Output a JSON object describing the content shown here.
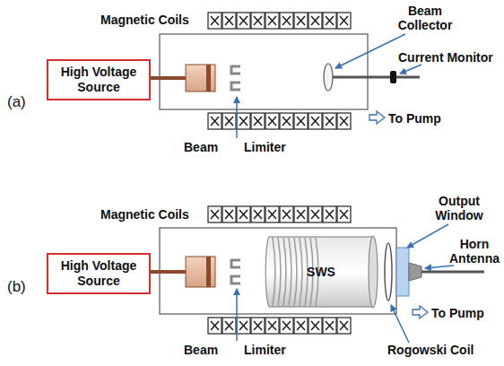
{
  "diagram": {
    "nodes": [
      {
        "text": [
          "High Voltage Source"
        ]
      },
      {
        "text": [
          "High Voltage Source"
        ]
      },
      {
        "text": [
          "SWS"
        ]
      }
    ],
    "labels": [
      "(a)",
      "Magnetic Coils",
      "Beam Collector",
      "Current Monitor",
      "To Pump",
      "Beam",
      "Limiter",
      "(b)",
      "Magnetic Coils",
      "Output Window",
      "Horn Antenna",
      "To Pump",
      "Beam",
      "Limiter",
      "Rogowski Coil"
    ]
  }
}
